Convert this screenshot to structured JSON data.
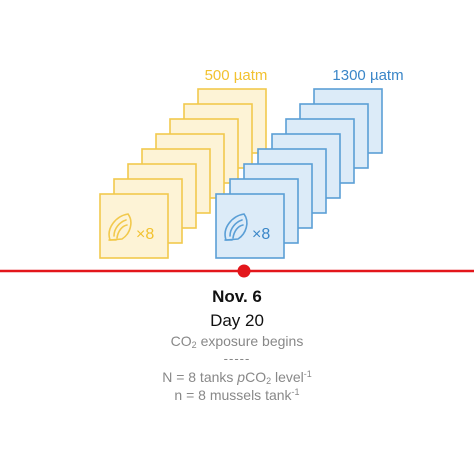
{
  "groups": [
    {
      "label": "500 µatm",
      "count_label": "×8",
      "color_stroke": "#f2c94c",
      "color_fill": "#fdf3d6",
      "color_text": "#f2c230",
      "tanks": 8
    },
    {
      "label": "1300 µatm",
      "count_label": "×8",
      "color_stroke": "#5b9fd6",
      "color_fill": "#dcebf8",
      "color_text": "#3a86c8",
      "tanks": 8
    }
  ],
  "icon": "mussel-icon",
  "timeline": {
    "color": "#e3161b",
    "marker": "event-dot"
  },
  "caption": {
    "date": "Nov. 6",
    "day": "Day 20",
    "event_prefix": "CO",
    "event_sub": "2",
    "event_suffix": " exposure begins",
    "separator": "-----",
    "n_tanks_prefix": "N = 8 tanks ",
    "n_tanks_italic": "p",
    "n_tanks_co": "CO",
    "n_tanks_sub": "2",
    "n_tanks_suffix": " level",
    "n_tanks_sup": "-1",
    "n_mussels": "n = 8 mussels tank",
    "n_mussels_sup": "-1"
  }
}
